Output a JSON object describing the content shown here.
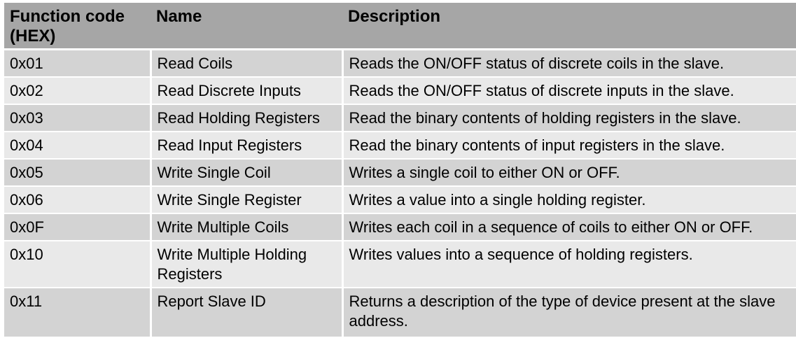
{
  "table": {
    "headers": [
      "Function code (HEX)",
      "Name",
      "Description"
    ],
    "rows": [
      {
        "code": "0x01",
        "name": "Read Coils",
        "description": "Reads the ON/OFF status of discrete coils in the slave."
      },
      {
        "code": "0x02",
        "name": "Read Discrete Inputs",
        "description": "Reads the ON/OFF status of discrete inputs in the slave."
      },
      {
        "code": "0x03",
        "name": "Read Holding Registers",
        "description": "Read the binary contents of holding registers in the slave."
      },
      {
        "code": "0x04",
        "name": "Read Input Registers",
        "description": "Read the binary contents of input registers in the slave."
      },
      {
        "code": "0x05",
        "name": "Write Single Coil",
        "description": "Writes a single coil to either ON or OFF."
      },
      {
        "code": "0x06",
        "name": "Write Single Register",
        "description": "Writes a value into a single holding register."
      },
      {
        "code": "0x0F",
        "name": "Write Multiple Coils",
        "description": "Writes each coil in a sequence of coils to either ON or OFF."
      },
      {
        "code": "0x10",
        "name": "Write Multiple Holding Registers",
        "description": "Writes values into a sequence of holding registers."
      },
      {
        "code": "0x11",
        "name": "Report Slave ID",
        "description": "Returns a description of the type of device present at the slave address."
      }
    ]
  },
  "colors": {
    "header_bg": "#a6a6a6",
    "row_odd_bg": "#d3d3d3",
    "row_even_bg": "#e9e9e9",
    "grid_line": "#ffffff"
  }
}
